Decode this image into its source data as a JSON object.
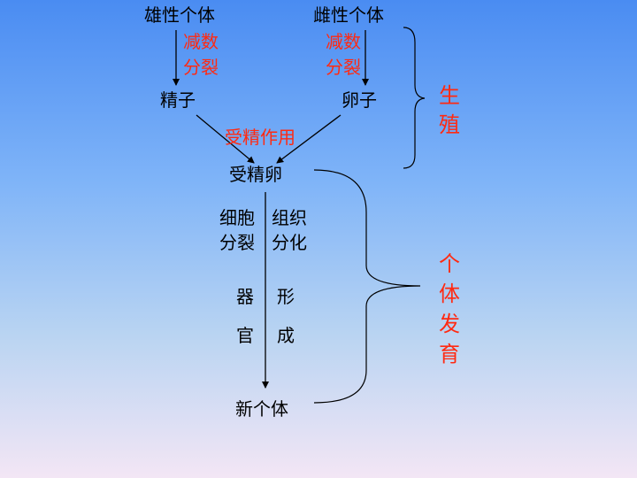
{
  "male_individual": "雄性个体",
  "female_individual": "雌性个体",
  "meiosis_left_1": "减数",
  "meiosis_left_2": "分裂",
  "meiosis_right_1": "减数",
  "meiosis_right_2": "分裂",
  "sperm": "精子",
  "egg": "卵子",
  "fertilization": "受精作用",
  "zygote": "受精卵",
  "cell_1": "细胞",
  "cell_2": "分裂",
  "tissue_1": "组织",
  "tissue_2": "分化",
  "organ_1": "器",
  "organ_2": "官",
  "form_1": "形",
  "form_2": "成",
  "new_individual": "新个体",
  "reproduction_1": "生",
  "reproduction_2": "殖",
  "development_1": "个",
  "development_2": "体",
  "development_3": "发",
  "development_4": "育",
  "colors": {
    "highlight": "#ff2a12",
    "text": "#000000"
  }
}
